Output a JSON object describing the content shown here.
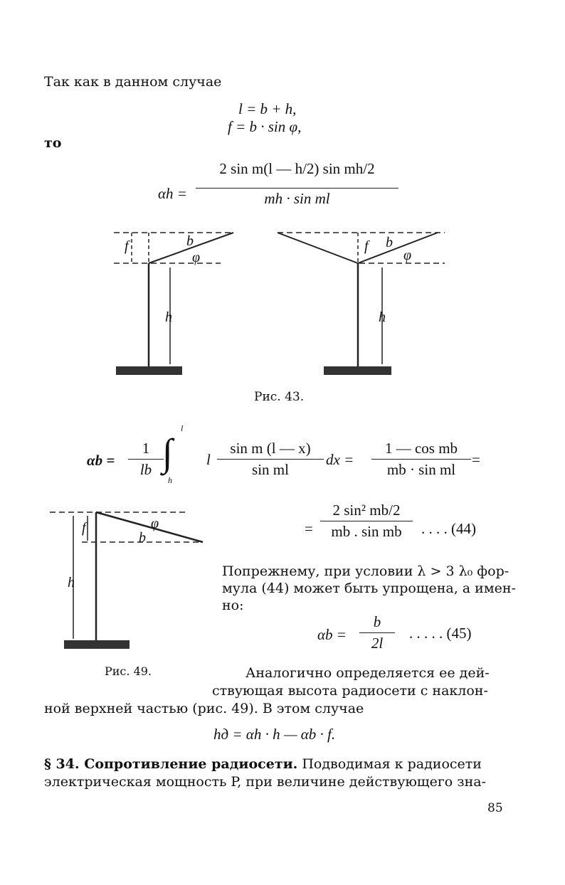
{
  "intro": "Так как в данном случае",
  "eq1": "l = b + h,",
  "eq2": "f = b · sin φ,",
  "then": "то",
  "alpha_h": {
    "lhs": "αh =",
    "num": "2 sin m(l — h/2) sin mh/2",
    "den": "mh · sin ml"
  },
  "fig43": {
    "caption": "Рис. 43.",
    "labels": {
      "f": "f",
      "b": "b",
      "phi": "φ",
      "h": "h"
    }
  },
  "alpha_b": {
    "lhs": "αb =",
    "frac1_num": "1",
    "frac1_den": "lb",
    "int_upper": "l",
    "int_lower": "h",
    "integrand_l": "l",
    "frac2_num": "sin m (l — x)",
    "frac2_den": "sin ml",
    "dx": "dx =",
    "frac3_num": "1 — cos mb",
    "frac3_den": "mb · sin ml",
    "eq_end": "="
  },
  "eq44": {
    "num": "2 sin² mb/2",
    "den": "mb . sin mb",
    "tag": ". . . . (44)"
  },
  "fig49": {
    "caption": "Рис. 49.",
    "labels": {
      "f": "f",
      "b": "b",
      "phi": "φ",
      "h": "h"
    }
  },
  "para1": [
    "Попрежнему, при условии λ > 3 λ₀ фор-",
    "мула (44) может быть упрощена, а имен-",
    "но:"
  ],
  "eq45": {
    "lhs": "αb =",
    "num": "b",
    "den": "2l",
    "tag": ". . . . . (45)"
  },
  "para2": [
    "Аналогично определяется ее дей-",
    "ствующая высота радиосети с наклон-",
    "ной верхней частью (рис. 49). В этом случае"
  ],
  "eq_hd": "hд = αh · h — αb · f.",
  "section": {
    "title": "§ 34. Сопротивление радиосети.",
    "text1": " Подводимая к радиосети",
    "text2": "электрическая мощность P, при величине действующего зна-"
  },
  "page_number": "85"
}
